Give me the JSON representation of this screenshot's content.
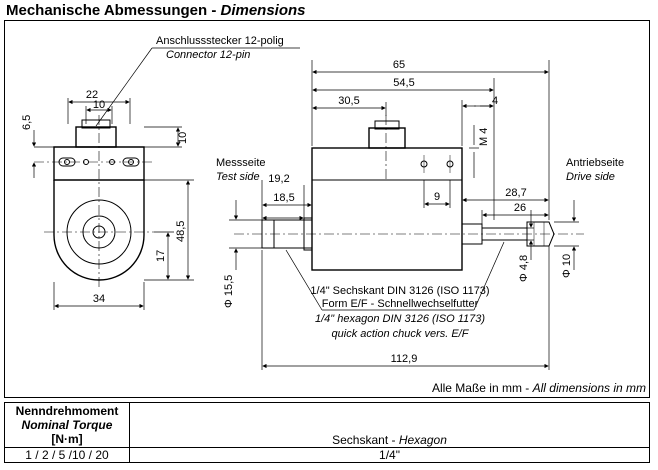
{
  "title": {
    "de": "Mechanische Abmessungen - ",
    "en": "Dimensions"
  },
  "labels": {
    "connector_de": "Anschlussstecker 12-polig",
    "connector_en": "Connector 12-pin",
    "test_de": "Messseite",
    "test_en": "Test side",
    "drive_de": "Antriebseite",
    "drive_en": "Drive side",
    "hex1": "1/4\" Sechskant DIN 3126 (ISO 1173)",
    "hex2": "Form E/F - Schnellwechselfutter",
    "hex3": "1/4\" hexagon DIN 3126 (ISO 1173)",
    "hex4": "quick action chuck vers. E/F"
  },
  "dims": {
    "d22": "22",
    "d10a": "10",
    "d6_5": "6,5",
    "d10b": "10",
    "d48_5": "48,5",
    "d17": "17",
    "d34": "34",
    "d65": "65",
    "d54_5": "54,5",
    "d30_5": "30,5",
    "d4": "4",
    "dM4": "M 4",
    "d19_2": "19,2",
    "d18_5": "18,5",
    "d9": "9",
    "d28_7": "28,7",
    "d26": "26",
    "d15_5": "Φ 15,5",
    "d4_8": "Φ 4,8",
    "d10c": "Φ 10",
    "d112_9": "112,9"
  },
  "units": {
    "de": "Alle Maße in mm - ",
    "en": "All dimensions in mm"
  },
  "table": {
    "h1": "Nenndrehmoment",
    "h2": "Nominal Torque",
    "h3": "[N·m]",
    "col2_de": "Sechskant - ",
    "col2_en": "Hexagon",
    "row_torque": "1 / 2 / 5 /10 / 20",
    "row_hex": "1/4\""
  }
}
